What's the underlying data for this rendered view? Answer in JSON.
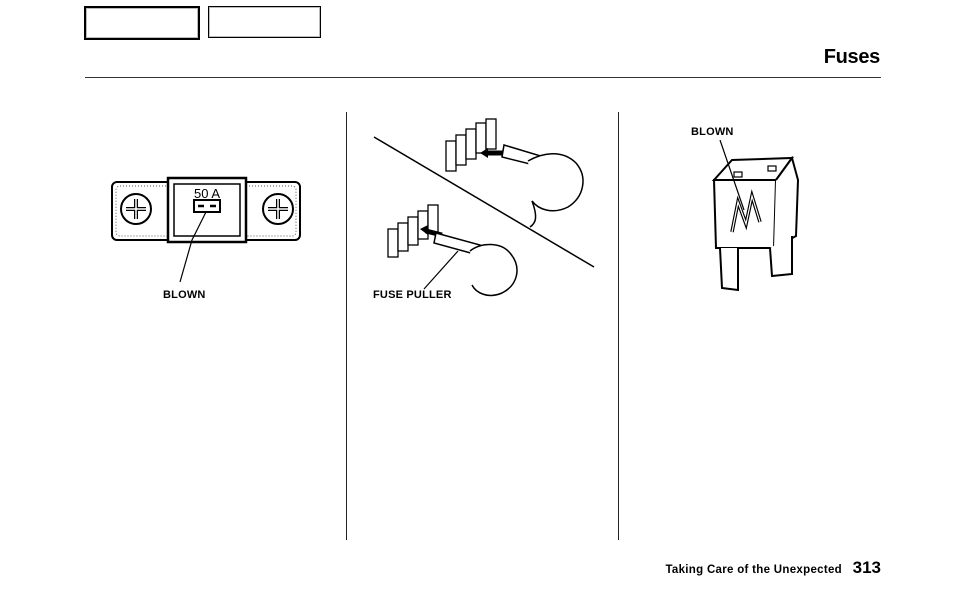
{
  "header": {
    "title": "Fuses"
  },
  "figures": {
    "large_fuse": {
      "rating_label": "50 A",
      "callout": "BLOWN"
    },
    "fuse_puller": {
      "callout": "FUSE PULLER"
    },
    "mini_fuse": {
      "callout": "BLOWN"
    }
  },
  "footer": {
    "section": "Taking Care of the Unexpected",
    "page_number": "313"
  }
}
